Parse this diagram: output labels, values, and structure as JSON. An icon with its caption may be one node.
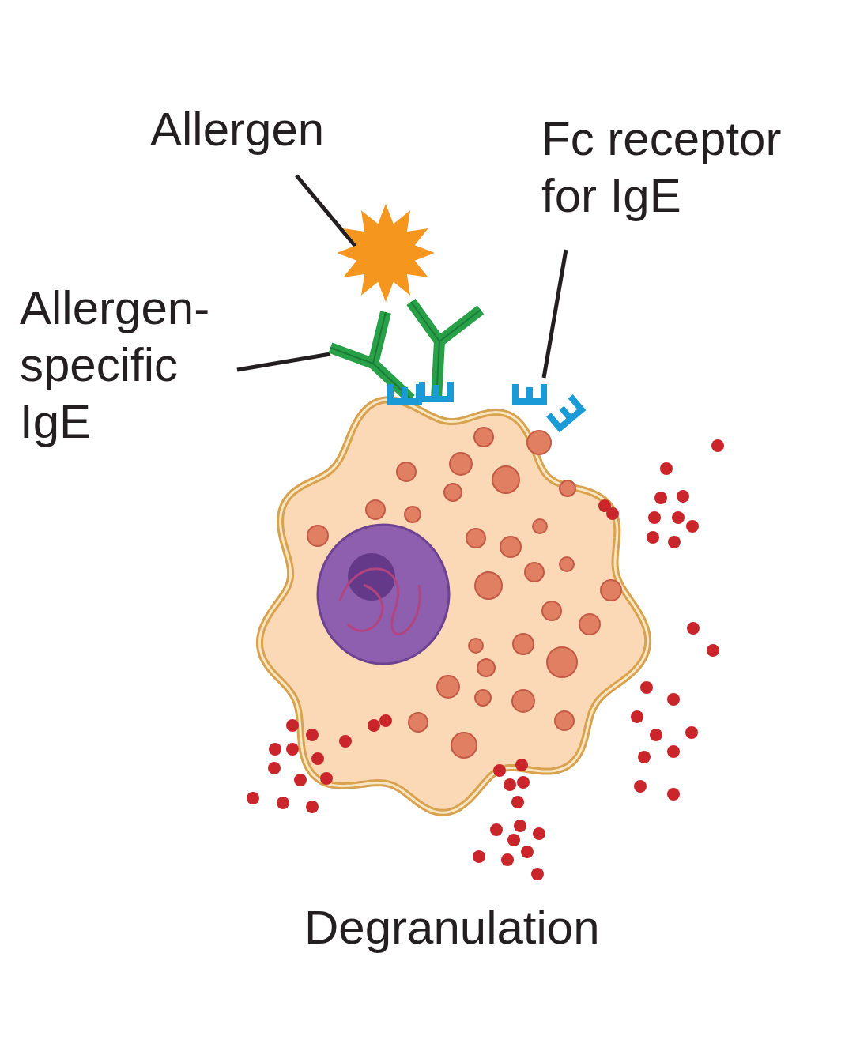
{
  "diagram": {
    "nodes": [
      {
        "text": [
          "Allergen"
        ]
      },
      {
        "text": [],
        "shape": "star"
      },
      {
        "text": [
          "Allergen- specific IgE"
        ]
      },
      {
        "text": [],
        "shape": "picture"
      },
      {
        "text": [
          "Fc receptor for IgE"
        ]
      },
      {
        "text": [],
        "shape": "picture"
      }
    ],
    "edges": [
      {
        "from": 0,
        "to": 1,
        "arrow": "none"
      },
      {
        "from": 2,
        "to": 3,
        "arrow": "none"
      },
      {
        "from": 4,
        "to": 5,
        "arrow": "none"
      }
    ],
    "labels": [
      "Degranulation"
    ]
  }
}
